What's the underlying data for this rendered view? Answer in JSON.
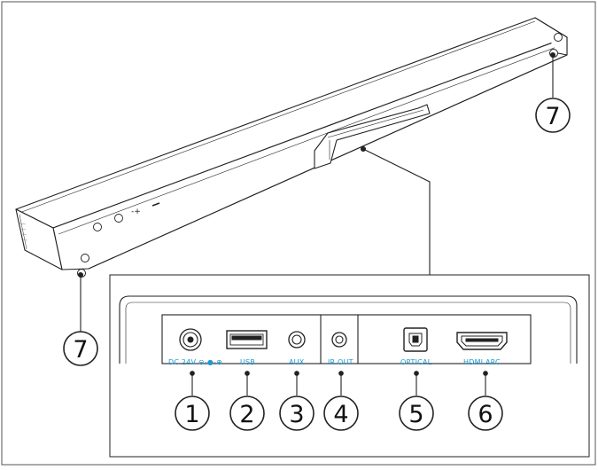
{
  "diagram": {
    "ports": [
      {
        "number": "1",
        "label": "DC 24V ⊖-●-⊕"
      },
      {
        "number": "2",
        "label": "USB"
      },
      {
        "number": "3",
        "label": "AUX"
      },
      {
        "number": "4",
        "label": "IR OUT"
      },
      {
        "number": "5",
        "label": "OPTICAL"
      },
      {
        "number": "6",
        "label": "HDMI ARC"
      }
    ],
    "feet": [
      {
        "number": "7"
      },
      {
        "number": "7"
      }
    ],
    "colors": {
      "label": "#1c9ad6",
      "line": "#222222",
      "frame": "#555555"
    }
  }
}
